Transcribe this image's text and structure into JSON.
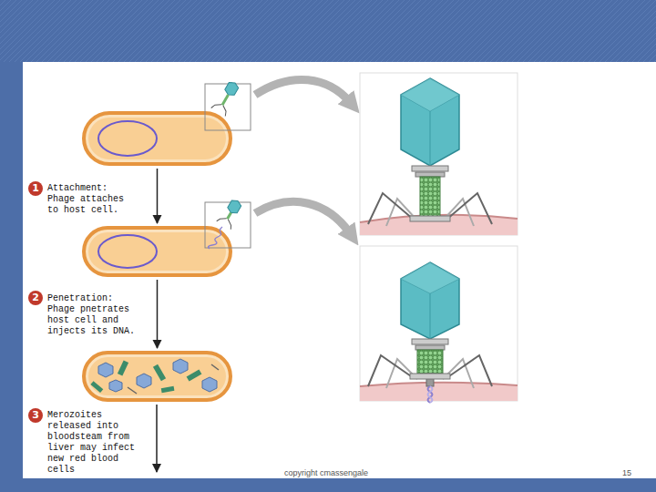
{
  "diagram": {
    "nodes": [
      {
        "text": [
          "1",
          "Attachment: Phage attaches to host cell."
        ]
      },
      {
        "text": [
          "2",
          "Penetration: Phage pnetrates host cell and injects its DNA."
        ]
      },
      {
        "text": [
          "3",
          "Merozoites released into bloodsteam from liver may infect new red blood cells"
        ]
      }
    ],
    "edges": [
      {
        "from": 0,
        "to": 1,
        "arrow": "to"
      },
      {
        "from": 1,
        "to": 2,
        "arrow": "to"
      }
    ],
    "labels": [
      "copyright cmassengale",
      "15"
    ]
  }
}
